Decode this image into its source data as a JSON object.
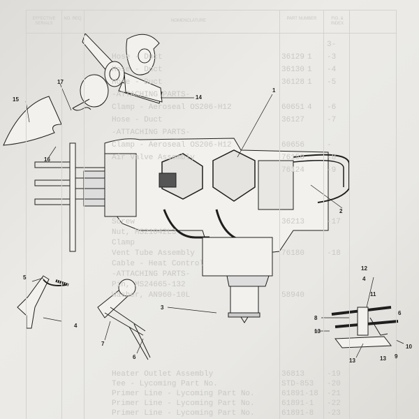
{
  "ghost_table": {
    "headers": {
      "fig_index": "FIG. & INDEX",
      "part_number": "PART NUMBER",
      "nomenclature": "NOMENCLATURE",
      "no_req": "NO. REQ",
      "effective_serials": "EFFECTIVE SERIALS"
    },
    "rows": [
      {
        "index": "3-",
        "part": "",
        "name": "",
        "qty": ""
      },
      {
        "index": "-3",
        "part": "36129",
        "name": "Hose - Duct",
        "qty": "1"
      },
      {
        "index": "-4",
        "part": "36130",
        "name": "Hose - Duct",
        "qty": "1"
      },
      {
        "index": "-5",
        "part": "36128",
        "name": "Hose - Duct",
        "qty": "1"
      },
      {
        "index": "",
        "part": "",
        "name": "-ATTACHING PARTS-",
        "qty": ""
      },
      {
        "index": "-6",
        "part": "60651",
        "name": "Clamp - Aeroseal OS206-H12",
        "qty": "4"
      },
      {
        "index": "-7",
        "part": "36127",
        "name": "Hose - Duct",
        "qty": ""
      },
      {
        "index": "",
        "part": "",
        "name": "-ATTACHING PARTS-",
        "qty": ""
      },
      {
        "index": "-",
        "part": "60656",
        "name": "Clamp - Aeroseal OS206-H12",
        "qty": ""
      },
      {
        "index": "-8",
        "part": "76150",
        "name": "Air Valve Assembly",
        "qty": ""
      },
      {
        "index": "-9",
        "part": "76124",
        "name": "",
        "qty": ""
      }
    ],
    "mid_rows": [
      {
        "index": "-17",
        "part": "36213",
        "name": "Screw"
      },
      {
        "index": "",
        "part": "",
        "name": "Nut, MS21042L3"
      },
      {
        "index": "",
        "part": "",
        "name": "Clamp"
      },
      {
        "index": "-18",
        "part": "76180",
        "name": "Vent Tube Assembly"
      },
      {
        "index": "",
        "part": "",
        "name": "Cable - Heat Control"
      },
      {
        "index": "",
        "part": "",
        "name": "-ATTACHING PARTS-"
      },
      {
        "index": "",
        "part": "",
        "name": "Pin, MS24665-132"
      },
      {
        "index": "",
        "part": "58940",
        "name": "Washer, AN960-10L"
      }
    ],
    "bottom_rows": [
      {
        "index": "-19",
        "part": "36813",
        "name": "Heater Outlet Assembly"
      },
      {
        "index": "-20",
        "part": "STD-853",
        "name": "Tee - Lycoming Part No."
      },
      {
        "index": "-21",
        "part": "61891-18",
        "name": "Primer Line - Lycoming Part No."
      },
      {
        "index": "-22",
        "part": "61891-1",
        "name": "Primer Line - Lycoming Part No."
      },
      {
        "index": "-23",
        "part": "61891-8",
        "name": "Primer Line - Lycoming Part No."
      }
    ]
  },
  "callouts": [
    "1",
    "2",
    "3",
    "4",
    "5",
    "6",
    "7",
    "8",
    "9",
    "10",
    "11",
    "12",
    "13",
    "14",
    "15",
    "16",
    "17"
  ],
  "colors": {
    "paper": "#e9e8e4",
    "ink": "#1e1e1e",
    "ghost_text": "#c9c8c4"
  }
}
